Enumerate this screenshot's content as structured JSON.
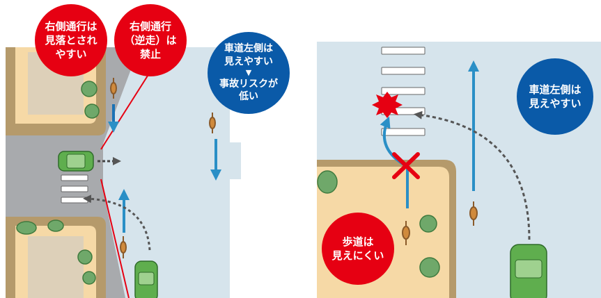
{
  "left_scene": {
    "bubble_right_side_overlook": {
      "lines": [
        "右側通行は",
        "見落とされ",
        "やすい"
      ]
    },
    "bubble_right_side_wrongway": {
      "lines": [
        "右側通行",
        "（逆走）は",
        "禁止"
      ]
    },
    "bubble_left_side_visible": {
      "lines_top": [
        "車道左側は",
        "見えやすい"
      ],
      "arrow_glyph": "▼",
      "lines_bottom": [
        "事故リスクが",
        "低い"
      ]
    }
  },
  "right_scene": {
    "bubble_left_side_visible": {
      "lines": [
        "車道左側は",
        "見えやすい"
      ]
    },
    "bubble_sidewalk_hidden": {
      "lines": [
        "歩道は",
        "見えにくい"
      ]
    }
  },
  "colors": {
    "red": "#e60012",
    "blue": "#0a5aa8",
    "road": "#d6e4ec",
    "sidewalk": "#f6d9a6",
    "asphalt": "#a7aaac",
    "arrow": "#2a8fc6",
    "car": "#5fae4e"
  },
  "icons": [
    "car-icon",
    "bicycle-icon",
    "crosswalk-icon",
    "collision-icon",
    "cross-mark-icon",
    "tree-icon"
  ]
}
